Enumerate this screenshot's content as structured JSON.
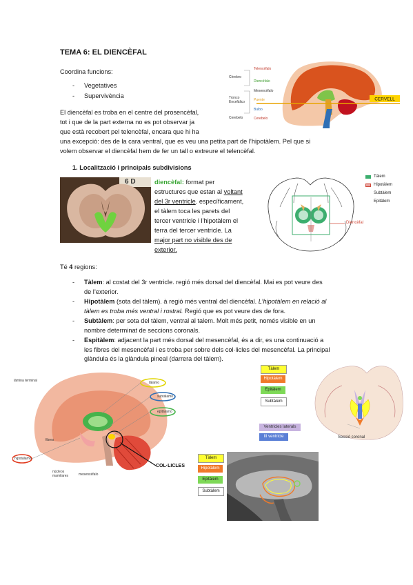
{
  "title": "TEMA 6: EL DIENCÈFAL",
  "intro": {
    "coordina": "Coordina funcions:",
    "list": [
      "Vegetatives",
      "Supervivència"
    ],
    "para_lines": [
      "El diencèfal es troba en el centre del prosencèfal,",
      "tot i que de la part externa no es pot observar ja",
      "que està recobert pel telencèfal, encara que hi ha",
      "una excepció: des de la cara ventral, que es veu una petita part de l’hipotàlem. Pel que si",
      "volem observar el diencèfal hem de fer un tall o extreure el telencèfal."
    ]
  },
  "fig1": {
    "labels_left": [
      "Cèrebro",
      "Tronco Encefálico",
      "Cerebelo"
    ],
    "labels_mid": [
      "Telencéfalo",
      "Diencéfalo",
      "Mesencéfalo",
      "Puente",
      "Bulbo",
      "Cerebelo"
    ],
    "cervell": "CERVELL"
  },
  "section1": {
    "heading": "1.   Localització i principals subdivisions",
    "desc": {
      "term": "diencèfal:",
      "l1": " format per",
      "l2": "estructures que estan al",
      "l2u": "voltant",
      "l3u": "del 3r ventricle",
      "l3": ". específicament,",
      "l4": "el tàlem toca les parets del",
      "l5": "tercer ventricle i l’hipotàlem el",
      "l6": "terra del tercer ventricle. La",
      "l7u": "major part no visible des de",
      "l8u": "exterior."
    },
    "photo_label": "6 D"
  },
  "fig3": {
    "legend": [
      "Tàlem",
      "Hipotàlem",
      "Subtàlem",
      "Epitàlem"
    ],
    "legend_colors": [
      "#3cae6e",
      "#e8a4a0",
      "#ffffff",
      "#ffffff"
    ],
    "diencefal_label": "Diencèfal"
  },
  "regions": {
    "heading_pre": "Té ",
    "heading_num": "4",
    "heading_post": " regions:",
    "items": [
      {
        "name": "Tàlem",
        "l1": ": al costat del 3r ventricle. regió més dorsal del diencèfal. Mai es pot veure des",
        "l2": "de l’exterior."
      },
      {
        "name": "Hipotàlem",
        "l1a": " (sota del tàlem). ",
        "l1b": "à regió més ventral del diencèfal. ",
        "l1i": "L’hipotàlem en relació al",
        "l2i": "tàlem es troba més ventral i rostral.",
        "l2": "  Regió que es pot veure des de fora."
      },
      {
        "name": "Subtàlem",
        "l1": ": per sota del tàlem, ventral al talem. Molt més petit, només visible en un",
        "l2": "nombre determinat de seccions coronals."
      },
      {
        "name": "Espitàlem",
        "l1": ": adjacent la part més dorsal del mesencèfal, és a dir, es una continuació a",
        "l2": "les fibres del mesencèfal i es troba per sobre dels col·licles del mesencèfal. La principal",
        "l3": "glàndula és la glàndula pineal (darrera del tàlem)."
      }
    ]
  },
  "fig4": {
    "labels": [
      "lámina terminal",
      "tálamo",
      "subtálamo",
      "epitálamo",
      "hipotálamo",
      "núcleos mamilares",
      "mesencéfalo",
      "fibres"
    ],
    "colliculi": "COL·LICLES"
  },
  "fig5": {
    "chips": [
      "Tàlem",
      "Hipotàlem",
      "Epitàlem",
      "Subtàlem"
    ],
    "chip_colors": [
      "#ffff33",
      "#f07a2a",
      "#7ed957",
      "#ffffff"
    ],
    "ventricles": [
      "Ventricles laterals",
      "III ventricle"
    ],
    "caption": "Secció coronal"
  },
  "fig6": {
    "chips": [
      "Tàlem",
      "Hipotàlem",
      "Epitàlem",
      "Subtàlem"
    ],
    "chip_colors": [
      "#ffff33",
      "#f07a2a",
      "#7ed957",
      "#ffffff"
    ]
  }
}
